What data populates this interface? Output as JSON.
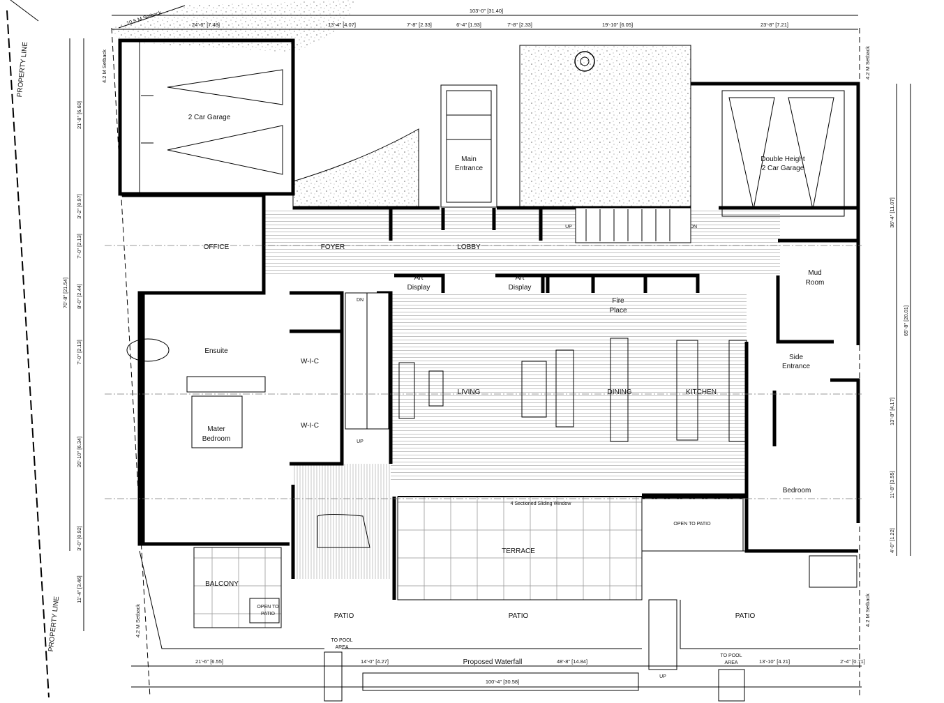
{
  "rooms": {
    "garage_left": "2 Car Garage",
    "main_entrance": [
      "Main",
      "Entrance"
    ],
    "office": "OFFICE",
    "foyer": "FOYER",
    "lobby": "LOBBY",
    "art_display_1": [
      "Art",
      "Display"
    ],
    "art_display_2": [
      "Art",
      "Display"
    ],
    "fire_place": [
      "Fire",
      "Place"
    ],
    "double_garage": [
      "Double Height",
      "2 Car Garage"
    ],
    "mud_room": [
      "Mud",
      "Room"
    ],
    "ensuite": "Ensuite",
    "wic_1": "W-I-C",
    "wic_2": "W-I-C",
    "living": "LIVING",
    "dining": "DINING",
    "kitchen": "KITCHEN",
    "side_entrance": [
      "Side",
      "Entrance"
    ],
    "master_bedroom": [
      "Mater",
      "Bedroom"
    ],
    "bedroom": "Bedroom",
    "open_to_patio_right": "OPEN TO PATIO",
    "terrace": "TERRACE",
    "balcony": "BALCONY",
    "open_to_patio_balcony": [
      "OPEN TO",
      "PATIO"
    ],
    "patio_left": "PATIO",
    "patio_center": "PATIO",
    "patio_right": "PATIO",
    "sliding_window": "4 Sectioned Sliding Window",
    "proposed_waterfall": "Proposed Waterfall"
  },
  "annotations": {
    "property_line_top": "PROPERTY LINE",
    "property_line_bottom": "PROPERTY LINE",
    "setback_top": "10.5 M Setback",
    "setback_left_top": "4.2 M Setback",
    "setback_left_bottom": "4.2 M Setback",
    "setback_right_top": "4.2 M Setback",
    "setback_right_bottom": "4.2 M Setback",
    "to_pool_left": [
      "TO POOL",
      "AREA"
    ],
    "to_pool_right": [
      "TO POOL",
      "AREA"
    ],
    "stair_up": "UP",
    "stair_dn": "DN",
    "stair2_dn": "DN",
    "stair2_up": "UP",
    "stair3_up": "UP"
  },
  "dimensions": {
    "top_overall": "103'-0\" [31.40]",
    "top": [
      "24'-6\" [7.48]",
      "13'-4\" [4.07]",
      "7'-8\" [2.33]",
      "6'-4\" [1.93]",
      "7'-8\" [2.33]",
      "19'-10\" [6.05]",
      "23'-8\" [7.21]"
    ],
    "left_overall": "70'-8\" [21.54]",
    "left": [
      "21'-8\" [6.60]",
      "3'-2\" [0.97]",
      "7'-0\" [2.13]",
      "8'-0\" [2.44]",
      "7'-0\" [2.13]",
      "20'-10\" [6.34]",
      "3'-0\" [0.92]",
      "11'-4\" [3.46]"
    ],
    "right_overall": "65'-8\" [20.01]",
    "right": [
      "36'-4\" [11.07]",
      "13'-8\" [4.17]",
      "11'-8\" [3.55]",
      "4'-0\" [1.22]"
    ],
    "bottom": [
      "21'-6\" [6.55]",
      "14'-0\" [4.27]",
      "48'-8\" [14.84]",
      "13'-10\" [4.21]",
      "2'-4\" [0.71]"
    ],
    "bottom_overall": "100'-4\" [30.58]"
  }
}
